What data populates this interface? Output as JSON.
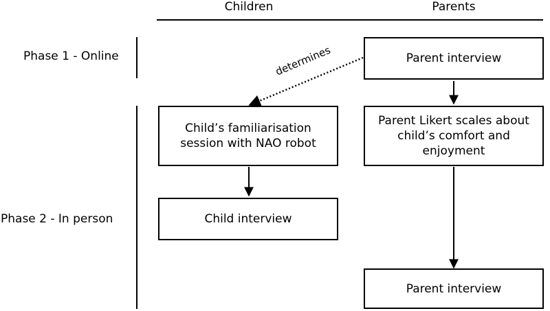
{
  "columns": {
    "children": "Children",
    "parents": "Parents"
  },
  "phases": {
    "phase1": "Phase 1 - Online",
    "phase2": "Phase 2 - In person"
  },
  "boxes": {
    "parent_interview_1": "Parent interview",
    "familiarisation": "Child’s familiarisation\nsession with NAO robot",
    "likert": "Parent Likert scales about\nchild’s comfort and\nenjoyment",
    "child_interview": "Child interview",
    "parent_interview_2": "Parent interview"
  },
  "edges": {
    "determines_label": "determines"
  }
}
